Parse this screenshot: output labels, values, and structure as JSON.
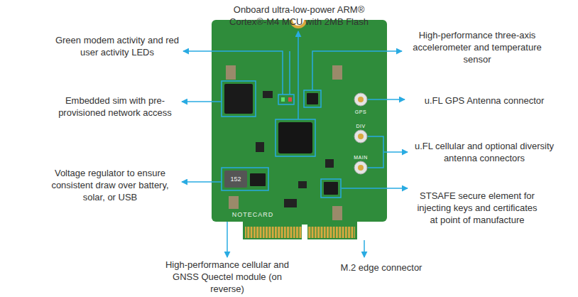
{
  "diagram": {
    "labels": [
      "Onboard ultra-low-power ARM® Cortex®-M4 MCU with 2MB Flash",
      "Green modem activity and red user activity LEDs",
      "High-performance three-axis accelerometer and temperature sensor",
      "Embedded sim with pre-provisioned network access",
      "u.FL GPS Antenna connector",
      "u.FL cellular and optional diversity antenna connectors",
      "Voltage regulator to ensure consistent draw over battery, solar, or USB",
      "STSAFE secure element for injecting keys and certificates at point of manufacture",
      "High-performance cellular and GNSS Quectel module (on reverse)",
      "M.2 edge connector",
      "NOTECARD",
      "GPS",
      "DIV",
      "MAIN",
      "152"
    ]
  }
}
